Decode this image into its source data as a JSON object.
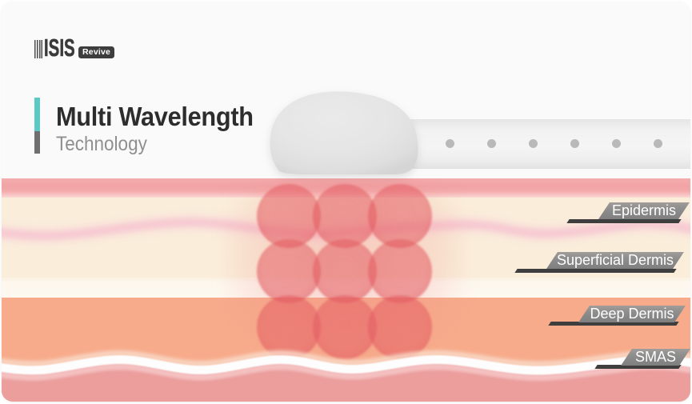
{
  "brand": {
    "name": "ISIS",
    "badge": "Revive"
  },
  "title": {
    "line1": "Multi Wavelength",
    "line2": "Technology",
    "accent_color": "#5cc9c7"
  },
  "layers": [
    {
      "label": "Epidermis"
    },
    {
      "label": "Superficial Dermis"
    },
    {
      "label": "Deep Dermis"
    },
    {
      "label": "SMAS"
    }
  ],
  "diagram": {
    "description": "Handpiece emitting multi-wavelength energy bubbles into skin layers",
    "energy_grid": {
      "rows": 3,
      "columns": 3
    },
    "colors": {
      "card_background": "#fafafa",
      "epidermis_band": "#f0a0a2",
      "superficial_dermis_band": "#faeeda",
      "deep_dermis_band": "#f7ab8b",
      "smas_band": "#eb9e9c",
      "energy_bubble": "#e15d62",
      "label_flag": "#8c8c8c",
      "label_rule": "#3e3e3e"
    }
  }
}
